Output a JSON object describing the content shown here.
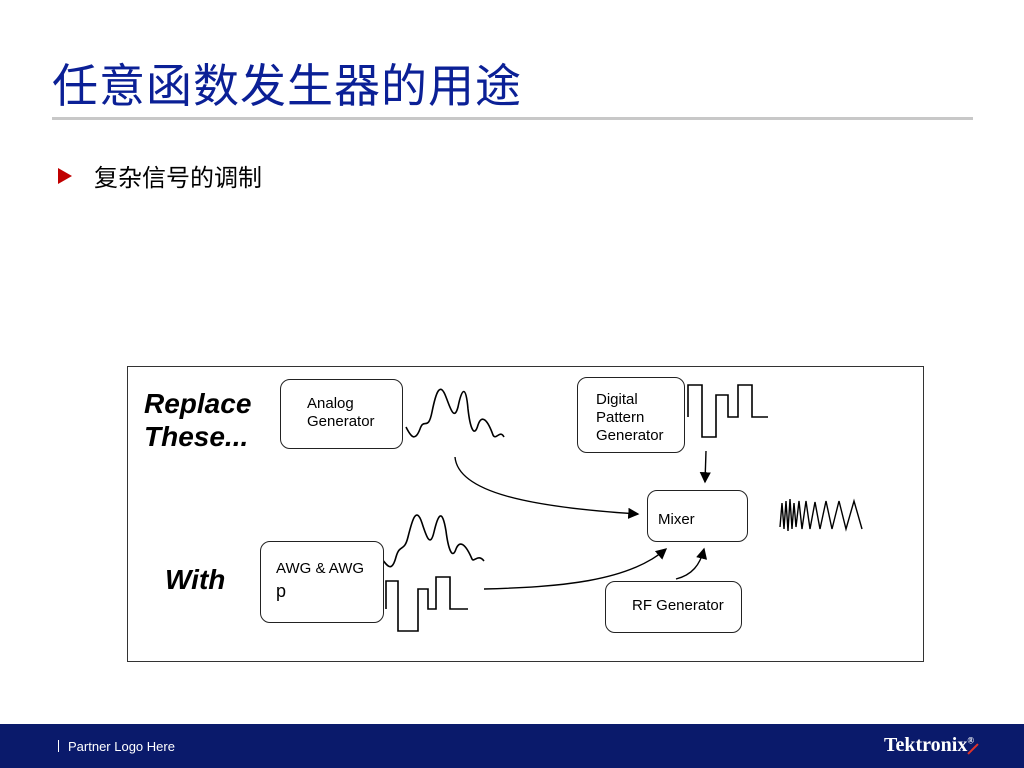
{
  "slide": {
    "title": "任意函数发生器的用途",
    "bullet": "复杂信号的调制"
  },
  "diagram": {
    "replace_label": [
      "Replace",
      "These..."
    ],
    "with_label": "With",
    "analog_generator": [
      "Analog",
      "Generator"
    ],
    "digital_pattern_generator": [
      "Digital",
      "Pattern",
      "Generator"
    ],
    "mixer": "Mixer",
    "awg": [
      "AWG & AWG",
      "p"
    ],
    "rf_generator": "RF Generator"
  },
  "footer": {
    "partner_logo_text": "Partner Logo Here",
    "brand": "Tektronix",
    "brand_reg": "®"
  },
  "colors": {
    "title": "#0b2096",
    "bullet": "#c00000",
    "footer_bg": "#0a1a6b",
    "rule": "#c8c8c8"
  }
}
